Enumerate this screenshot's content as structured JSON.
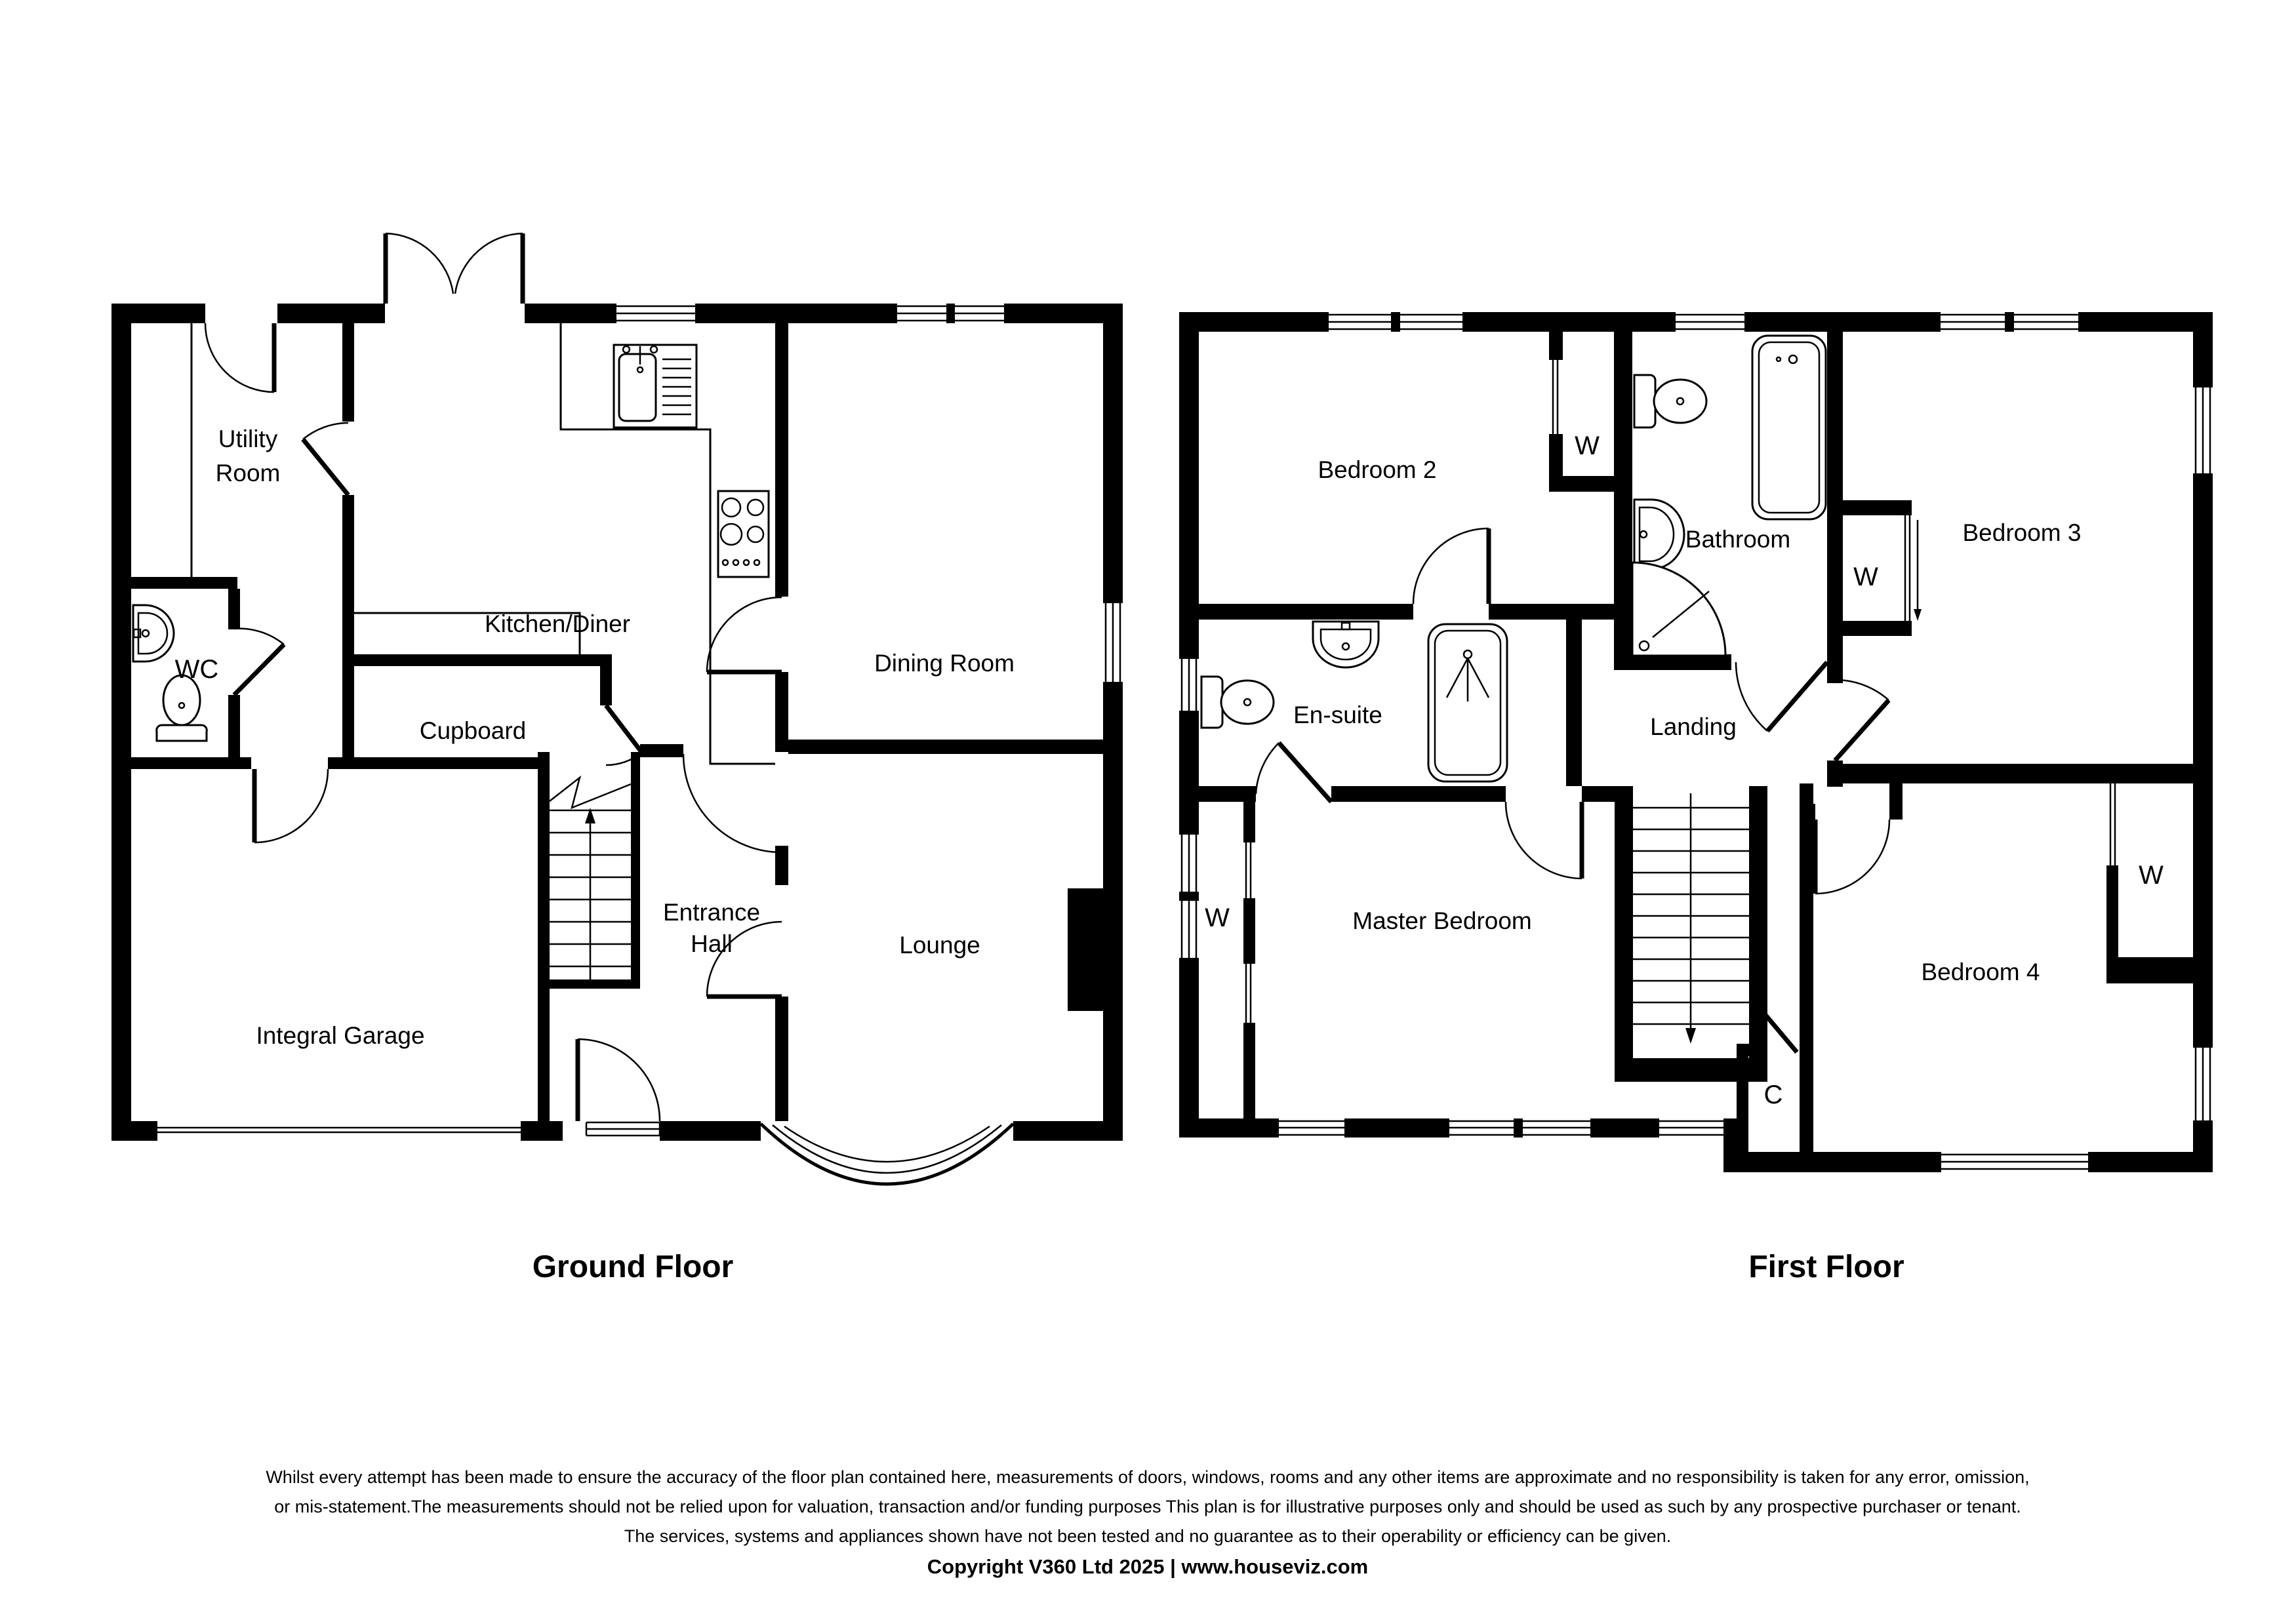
{
  "ground_floor": {
    "title": "Ground Floor",
    "rooms": {
      "utility_line1": "Utility",
      "utility_line2": "Room",
      "kitchen": "Kitchen/Diner",
      "dining": "Dining Room",
      "wc": "WC",
      "cupboard": "Cupboard",
      "garage": "Integral Garage",
      "hall_line1": "Entrance",
      "hall_line2": "Hall",
      "lounge": "Lounge"
    }
  },
  "first_floor": {
    "title": "First Floor",
    "rooms": {
      "bedroom2": "Bedroom 2",
      "bathroom": "Bathroom",
      "bedroom3": "Bedroom 3",
      "ensuite": "En-suite",
      "landing": "Landing",
      "master": "Master Bedroom",
      "bedroom4": "Bedroom 4"
    },
    "closets": {
      "wardrobe": "W",
      "cupboard": "C"
    }
  },
  "footer": {
    "line1": "Whilst every attempt has been made to ensure the accuracy of the floor plan contained here, measurements of doors, windows, rooms and any other items are approximate and no responsibility is taken for any error, omission,",
    "line2": "or mis-statement.The measurements should not be relied upon for valuation, transaction and/or funding purposes This plan is for illustrative purposes only and should be used as such by any prospective purchaser or tenant.",
    "line3": "The services, systems and appliances shown have not been tested and no guarantee as to their operability or efficiency can be given.",
    "copyright": "Copyright V360 Ltd 2025 | www.houseviz.com"
  },
  "colors": {
    "wall": "#000000",
    "background": "#ffffff"
  }
}
